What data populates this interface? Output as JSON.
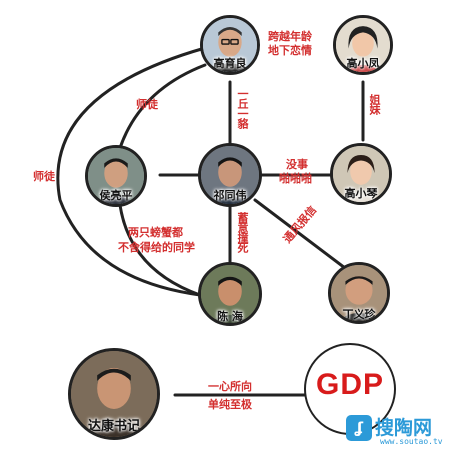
{
  "people": {
    "gao_yuliang": "高育良",
    "gao_xiaofeng": "高小凤",
    "hou_liangping": "侯亮平",
    "qi_tongwei": "祁同伟",
    "gao_xiaoqin": "高小琴",
    "chen_hai": "陈  海",
    "ding_yizhen": "丁义珍",
    "da_kang": "达康书记"
  },
  "relations": {
    "gao_gao": [
      "跨越年龄",
      "地下恋情"
    ],
    "sisters": "姐妹",
    "teacher_student_left": "师徒",
    "teacher_student_outer": "师徒",
    "gao_qi": "一丘一貉",
    "qi_gaoxiaoqin": [
      "没事",
      "啪啪啪"
    ],
    "tip_off": "通风报信",
    "framed": "蓄意撞死",
    "classmates": [
      "两只螃蟹都",
      "不舍得给的同学"
    ],
    "gdp_rel": [
      "一心所向",
      "单纯至极"
    ]
  },
  "gdp_label": "GDP",
  "watermark": {
    "name": "搜陶网",
    "url": "www.soutao.tv"
  },
  "colors": {
    "relation_text": "#d32f2f",
    "gdp_text": "#d81b1b",
    "line": "#222222",
    "watermark": "#2c9ad8"
  }
}
